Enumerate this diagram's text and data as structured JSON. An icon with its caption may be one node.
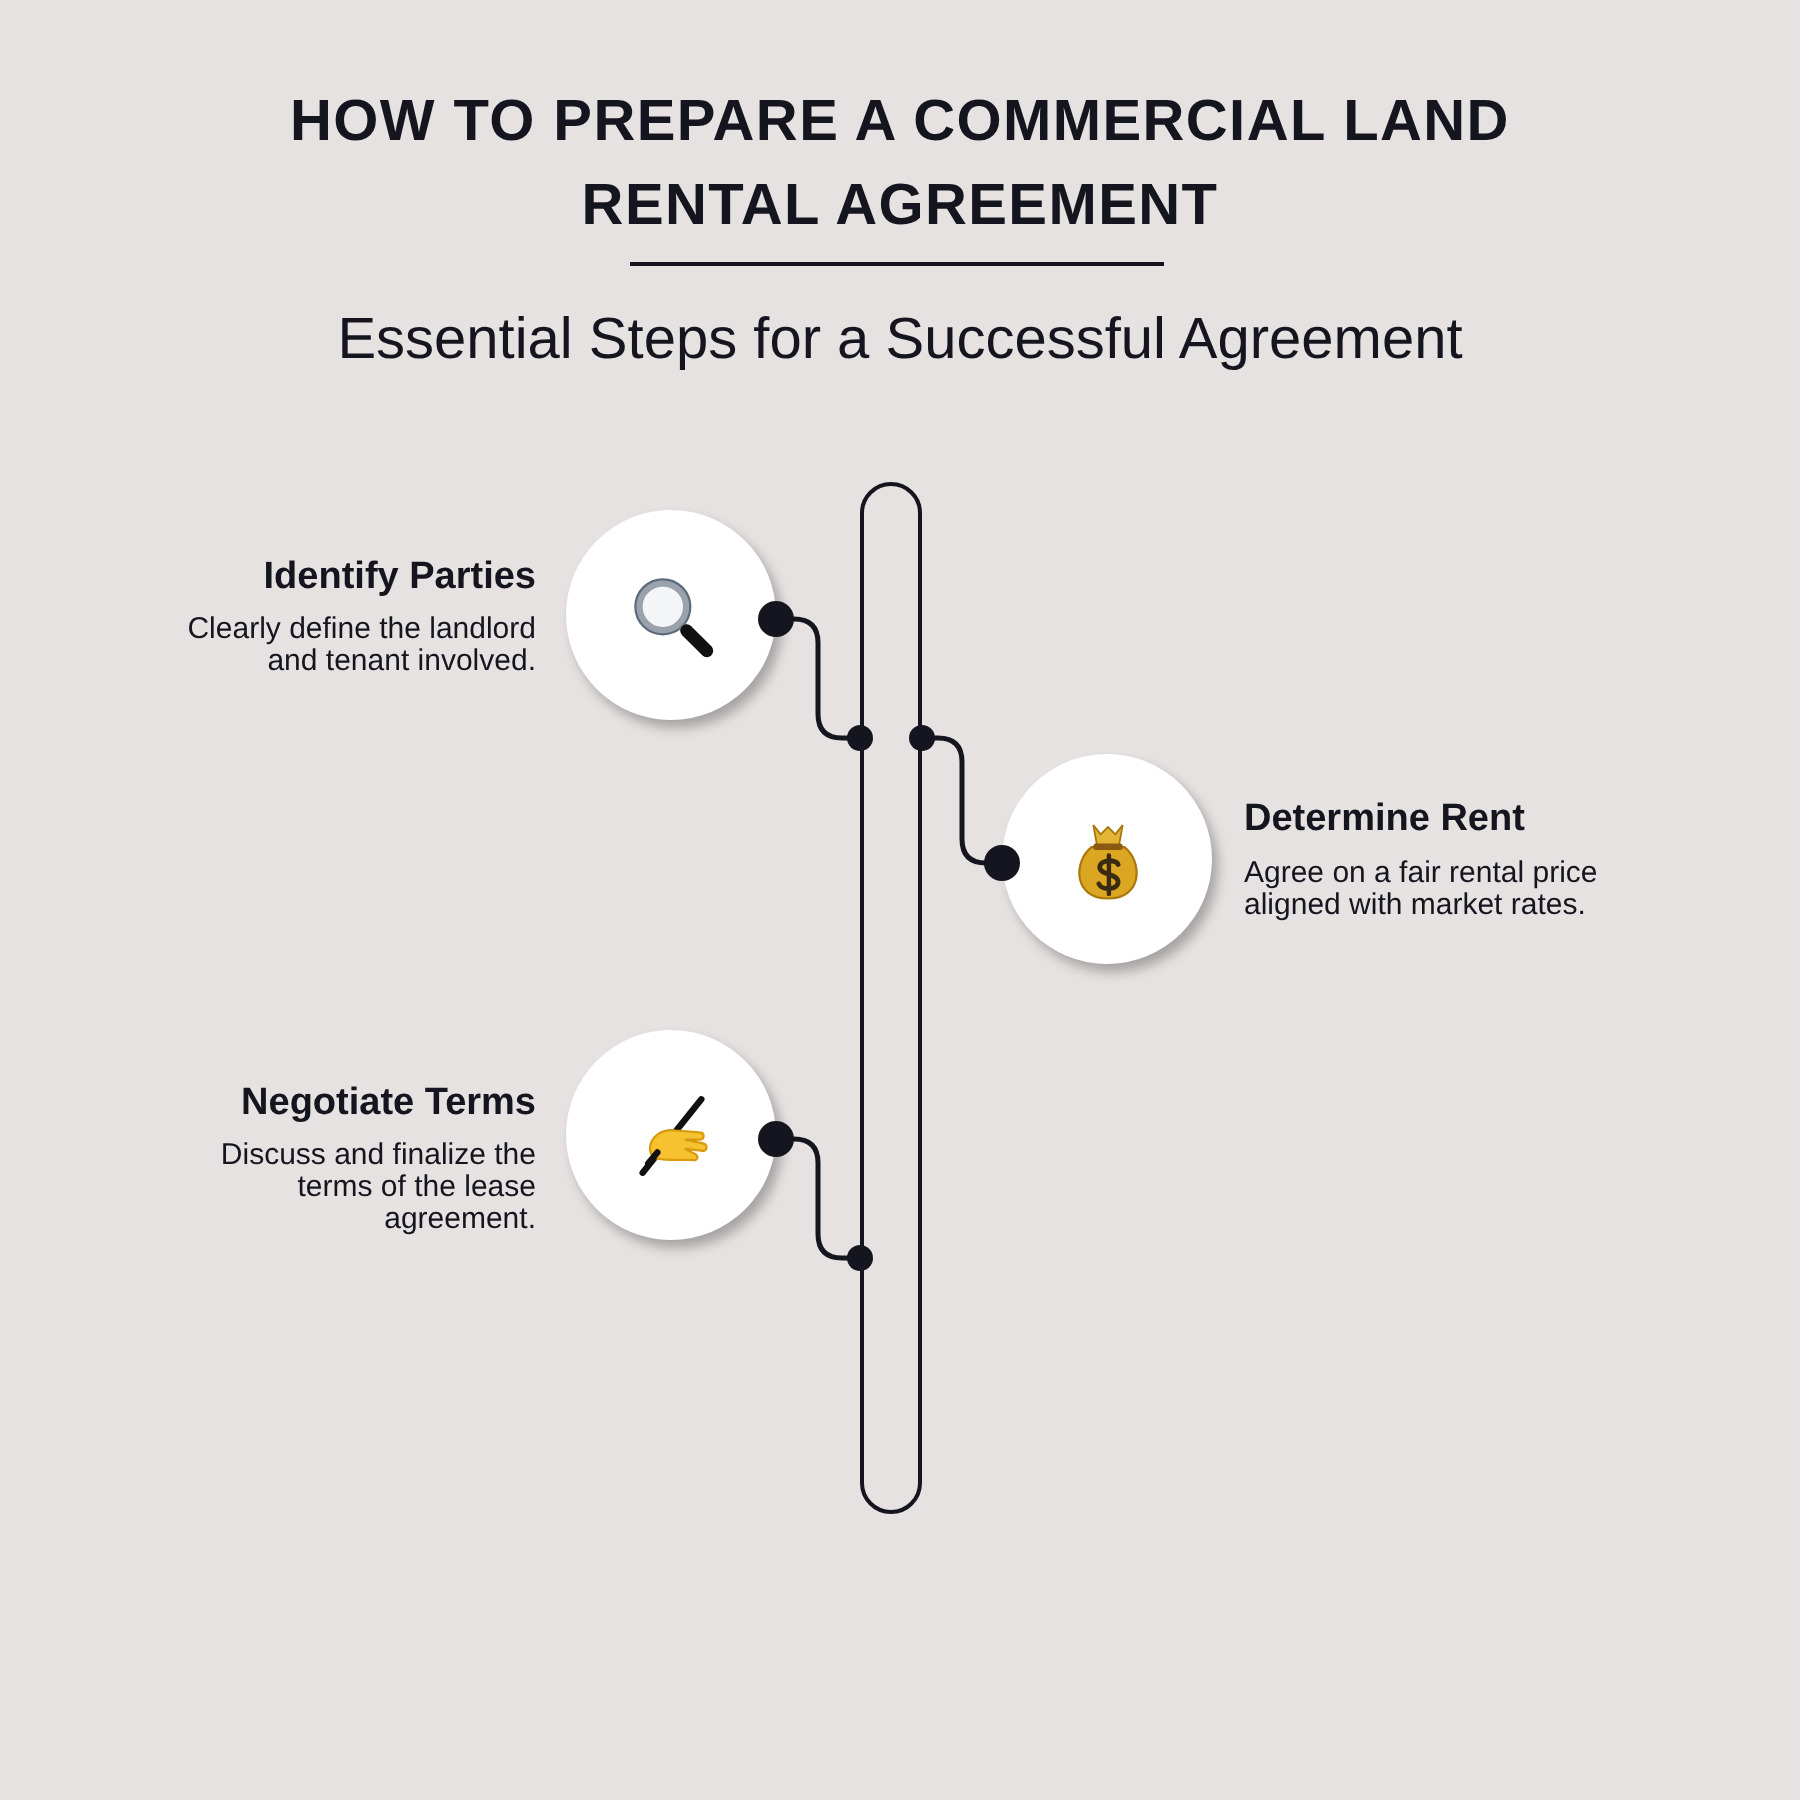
{
  "diagram": {
    "title": "HOW TO PREPARE A COMMERCIAL LAND RENTAL AGREEMENT",
    "nodes": [
      {
        "text": [
          "Identify Parties",
          "Clearly define the landlord and tenant involved."
        ]
      },
      {
        "text": [
          "Determine Rent",
          "Agree on a fair rental price aligned with market rates."
        ]
      },
      {
        "text": [
          "Negotiate Terms",
          "Discuss and finalize the terms of the lease agreement."
        ]
      },
      {
        "text": [],
        "shape": "bar"
      }
    ],
    "edges": [
      {
        "from": 0,
        "to": 3,
        "arrow": "other"
      },
      {
        "from": 1,
        "to": 3,
        "arrow": "other"
      },
      {
        "from": 2,
        "to": 3,
        "arrow": "other"
      }
    ],
    "labels": [
      "Essential Steps for a Successful Agreement"
    ]
  }
}
